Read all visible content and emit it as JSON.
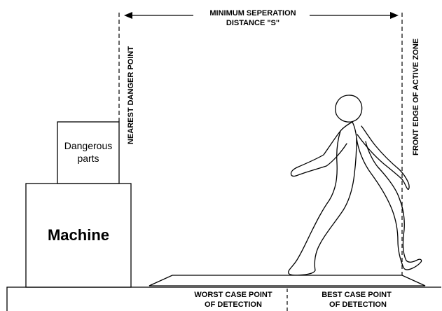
{
  "labels": {
    "separation_line1": "MINIMUM SEPERATION",
    "separation_line2": "DISTANCE \"S\"",
    "nearest_danger_point": "NEAREST DANGER POINT",
    "front_edge_active_zone": "FRONT EDGE OF ACTIVE ZONE",
    "dangerous_parts_line1": "Dangerous",
    "dangerous_parts_line2": "parts",
    "machine": "Machine",
    "worst_case_line1": "WORST CASE POINT",
    "worst_case_line2": "OF DETECTION",
    "best_case_line1": "BEST CASE POINT",
    "best_case_line2": "OF DETECTION"
  },
  "colors": {
    "ink": "#000000",
    "background": "#ffffff"
  }
}
